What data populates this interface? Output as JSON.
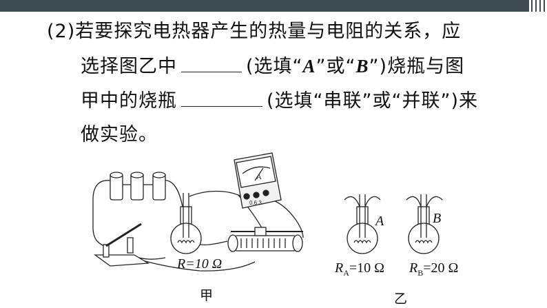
{
  "header": {
    "bar_color": "#3e4a52"
  },
  "question": {
    "line1": "(2)若要探究电热器产生的热量与电阻的关系，应",
    "line2_a": "选择图乙中",
    "line2_b": "(选填“",
    "line2_A": "A",
    "line2_c": "”或“",
    "line2_B": "B",
    "line2_d": "”)烧瓶与图",
    "line3_a": "甲中的烧瓶",
    "line3_b": "(选填“串联”或“并联”)来",
    "line4": "做实验。"
  },
  "figure": {
    "left_resistance": "R=10 Ω",
    "meter_label": "A",
    "meter_scale": "0.6  3",
    "left_caption": "甲",
    "flask_A_label": "A",
    "flask_B_label": "B",
    "ra_symbol": "R",
    "ra_sub": "A",
    "ra_value": "=10 Ω",
    "rb_symbol": "R",
    "rb_sub": "B",
    "rb_value": "=20 Ω",
    "right_caption": "乙"
  }
}
